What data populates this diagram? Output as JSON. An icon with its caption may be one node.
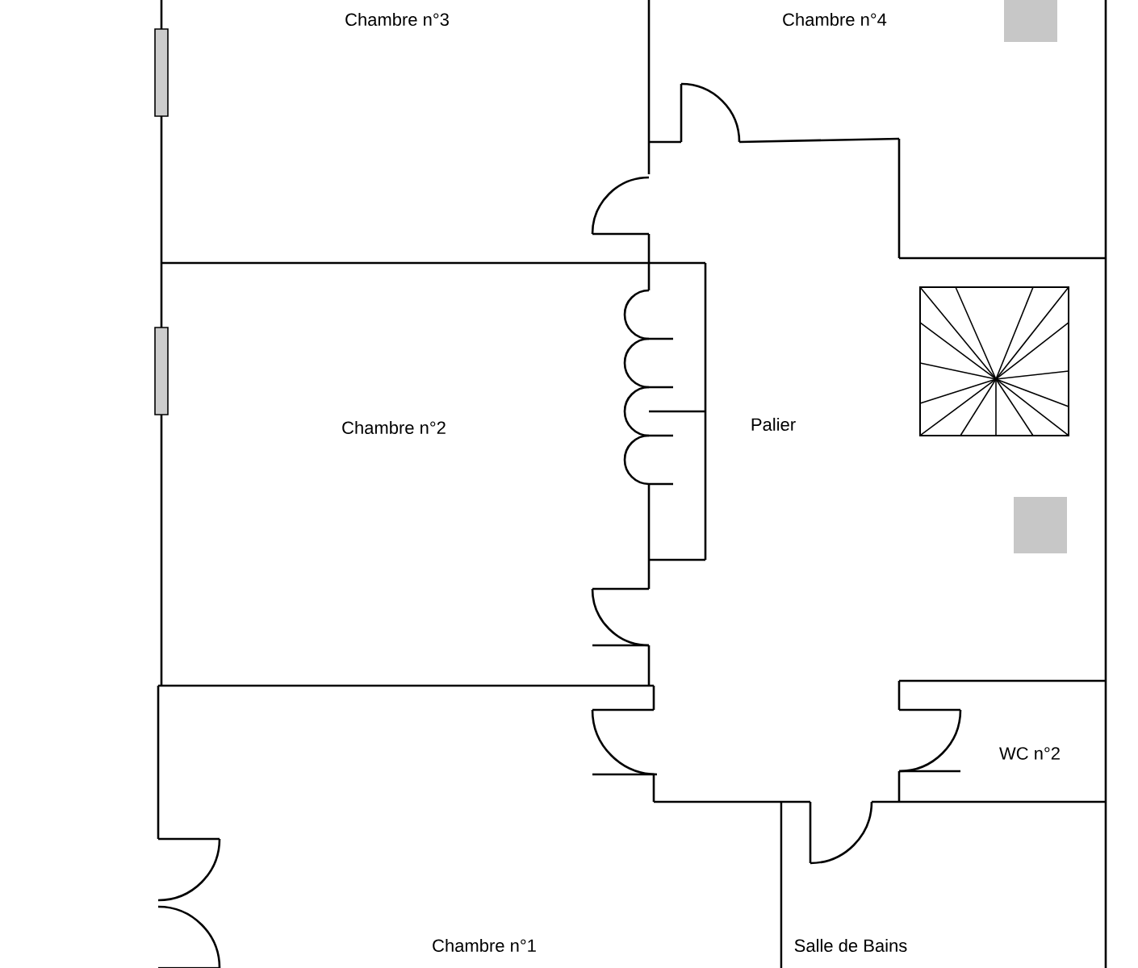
{
  "diagram": {
    "labels": [
      "Chambre n°3",
      "Chambre n°4",
      "Chambre n°2",
      "Palier",
      "WC n°2",
      "Chambre n°1",
      "Salle de Bains"
    ]
  }
}
